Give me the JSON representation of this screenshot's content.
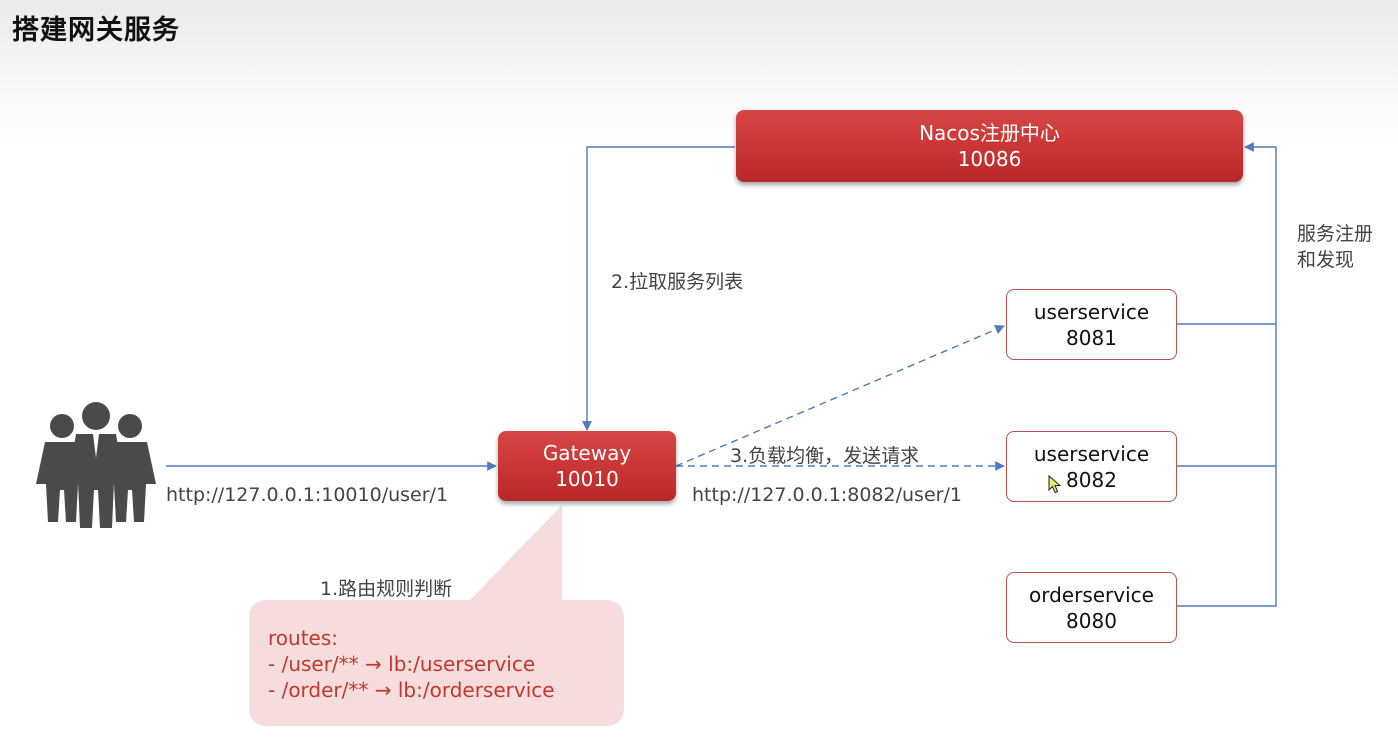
{
  "title": "搭建网关服务",
  "nacos": {
    "name": "Nacos注册中心",
    "port": "10086"
  },
  "gateway": {
    "name": "Gateway",
    "port": "10010"
  },
  "services": [
    {
      "name": "userservice",
      "port": "8081"
    },
    {
      "name": "userservice",
      "port": "8082"
    },
    {
      "name": "orderservice",
      "port": "8080"
    }
  ],
  "labels": {
    "pull_list": "2.拉取服务列表",
    "register": [
      "服务注册",
      "和发现"
    ],
    "client_url": "http://127.0.0.1:10010/user/1",
    "load_balance": "3.负载均衡，发送请求",
    "service_url": "http://127.0.0.1:8082/user/1",
    "route_judge": "1.路由规则判断"
  },
  "routes": {
    "header": "routes:",
    "lines": [
      "-   /user/** → lb:/userservice",
      "- /order/** → lb:/orderservice"
    ]
  },
  "colors": {
    "red_box": "#c93434",
    "line": "#4f7bbf",
    "callout_bg": "#f6dcdc",
    "route_text": "#c0392b"
  }
}
